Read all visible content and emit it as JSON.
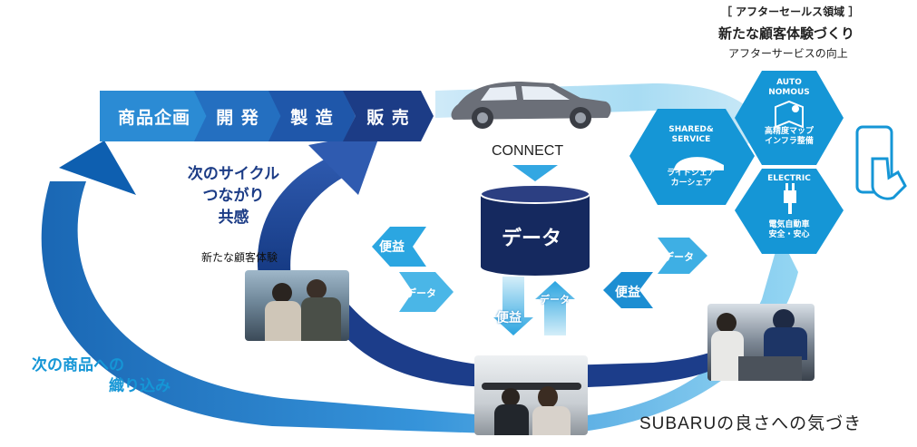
{
  "header": {
    "bracket_title": "［ アフターセールス領域 ］",
    "main_title": "新たな顧客体験づくり",
    "subtitle": "アフターサービスの向上"
  },
  "value_chain": [
    "商品企画",
    "開 発",
    "製 造",
    "販 売"
  ],
  "connect_label": "CONNECT",
  "data_db_label": "データ",
  "cycle_text": {
    "line1": "次のサイクル",
    "line2": "つながり",
    "line3": "共感"
  },
  "new_experience": "新たな顧客体験",
  "next_product": {
    "line1": "次の商品への",
    "line2": "織り込み"
  },
  "flow_labels": {
    "benefit_left": "便益",
    "data_left": "データ",
    "benefit_center": "便益",
    "data_center": "データ",
    "data_right": "データ",
    "benefit_right": "便益"
  },
  "hexagons": {
    "shared": {
      "title1": "SHARED&",
      "title2": "SERVICE",
      "desc1": "ライドシェア",
      "desc2": "カーシェア"
    },
    "autonomous": {
      "title1": "AUTO",
      "title2": "NOMOUS",
      "desc1": "高精度マップ",
      "desc2": "インフラ整備"
    },
    "electric": {
      "title1": "ELECTRIC",
      "desc1": "電気自動車",
      "desc2": "安全・安心"
    }
  },
  "footer_text": "SUBARUの良さへの気づき",
  "colors": {
    "dark_navy": "#1b2f6e",
    "mid_blue": "#1f5fb8",
    "cyan": "#14a0dc",
    "light_cyan": "#7fd0f0"
  }
}
